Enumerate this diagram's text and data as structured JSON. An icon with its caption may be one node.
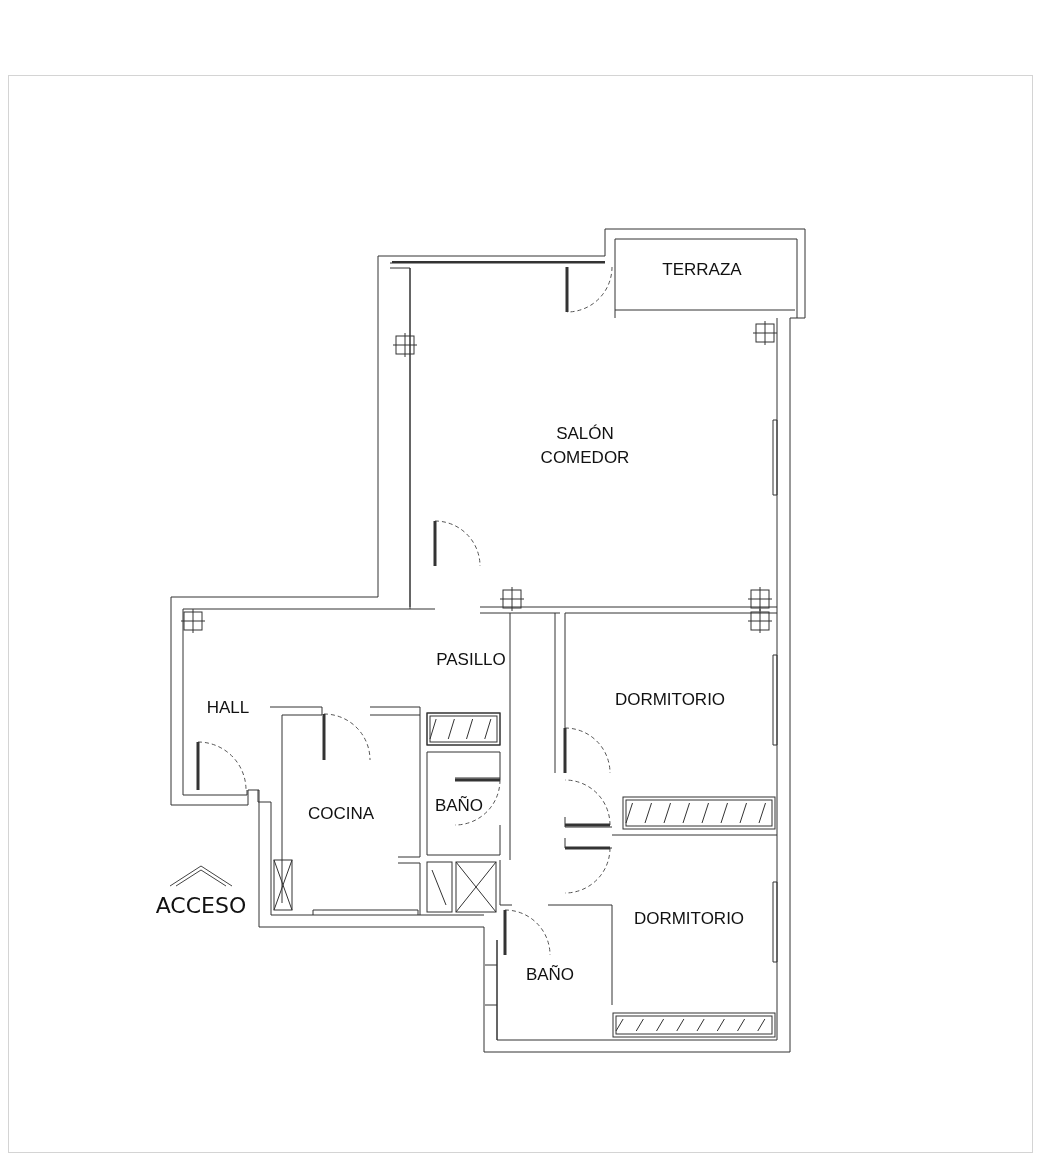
{
  "diagram": {
    "labels": [
      "TERRAZA",
      "SALÓN COMEDOR",
      "PASILLO",
      "HALL",
      "DORMITORIO",
      "COCINA",
      "BAÑO",
      "ACCESO",
      "DORMITORIO",
      "BAÑO"
    ]
  }
}
